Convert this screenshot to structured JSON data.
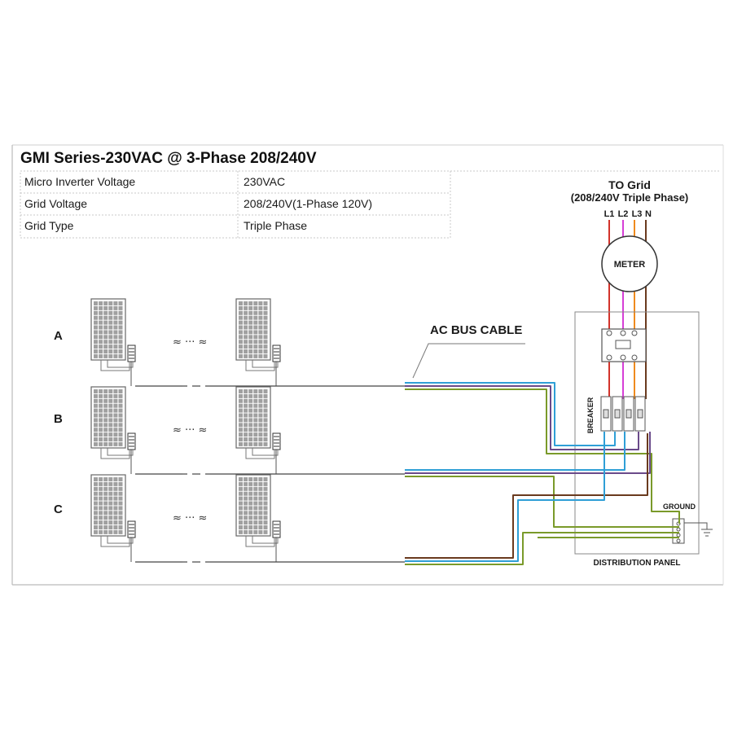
{
  "title": "GMI Series-230VAC @ 3-Phase 208/240V",
  "spec_table": [
    {
      "label": "Micro Inverter Voltage",
      "value": "230VAC"
    },
    {
      "label": "Grid  Voltage",
      "value": "208/240V(1-Phase 120V)"
    },
    {
      "label": "Grid Type",
      "value": "Triple Phase"
    }
  ],
  "grid": {
    "title": "TO Grid",
    "subtitle": "(208/240V Triple Phase)",
    "lines": [
      "L1",
      "L2",
      "L3",
      "N"
    ]
  },
  "meter_label": "METER",
  "breaker_label": "BREAKER",
  "ground_label": "GROUND",
  "distribution_panel_label": "DISTRIBUTION PANEL",
  "ac_bus_cable_label": "AC BUS CABLE",
  "rows": [
    "A",
    "B",
    "C"
  ],
  "colors": {
    "L1": "#d2332b",
    "L2": "#d63fd6",
    "L3": "#ef8a1e",
    "N": "#6a3a1e",
    "bus_blue": "#2f9fd6",
    "bus_green": "#7a9a2a",
    "bus_purple": "#6a4a8a",
    "panel_border": "#888888",
    "solar_cell": "#a0a0a0"
  },
  "icons": [
    "solar-panel-icon",
    "micro-inverter-icon",
    "meter-icon",
    "breaker-icon",
    "ground-symbol-icon",
    "ellipsis-icon"
  ]
}
